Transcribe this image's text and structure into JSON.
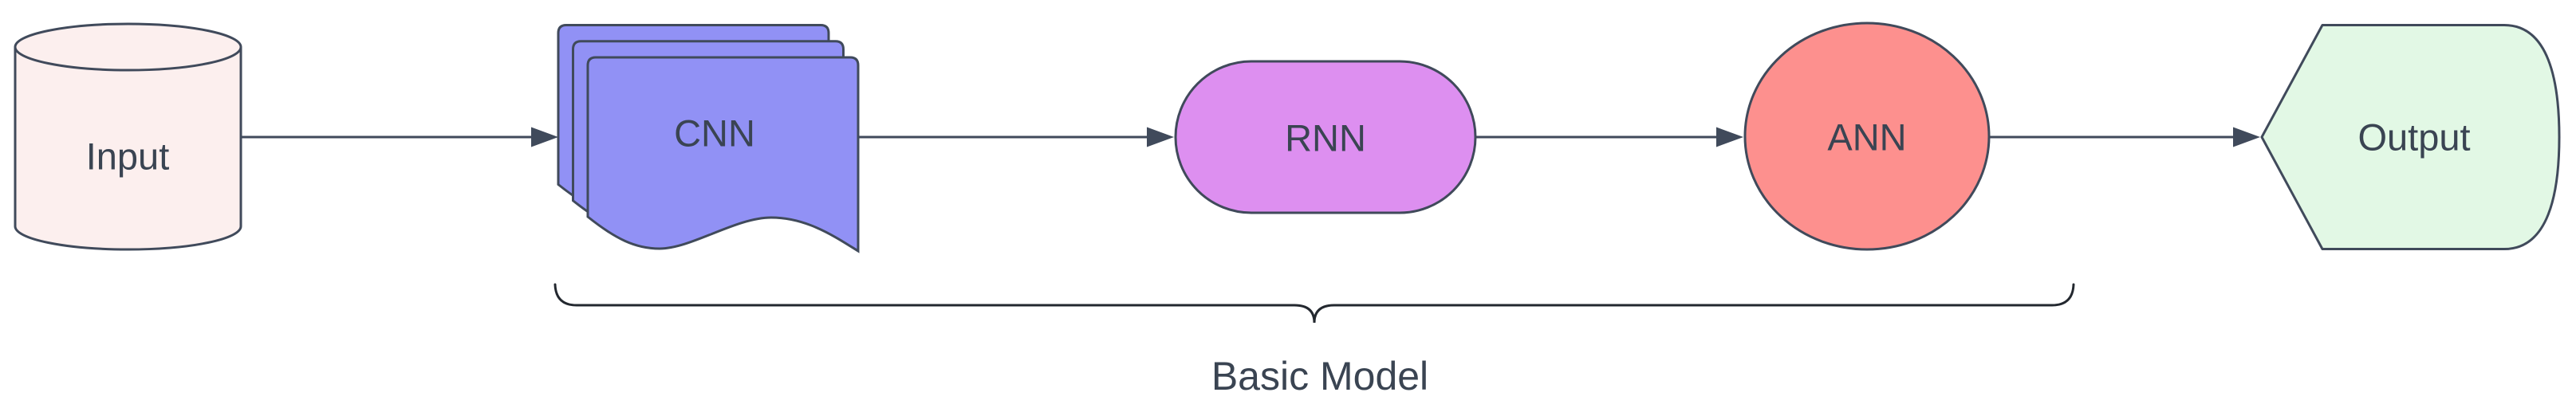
{
  "diagram": {
    "title": "Basic Model pipeline flowchart",
    "background_color": "#ffffff",
    "stroke_color": "#404A5B",
    "text_color": "#3A4452",
    "brace_color": "#23282F",
    "nodes": [
      {
        "id": "input",
        "label": "Input",
        "shape": "cylinder",
        "fill": "#FCEFEE"
      },
      {
        "id": "cnn",
        "label": "CNN",
        "shape": "multi-document",
        "fill": "#9191F5"
      },
      {
        "id": "rnn",
        "label": "RNN",
        "shape": "stadium",
        "fill": "#DD8FF0"
      },
      {
        "id": "ann",
        "label": "ANN",
        "shape": "circle",
        "fill": "#FD908E"
      },
      {
        "id": "output",
        "label": "Output",
        "shape": "display",
        "fill": "#E2F8E5"
      }
    ],
    "connectors": [
      {
        "from": "Input",
        "to": "CNN"
      },
      {
        "from": "CNN",
        "to": "RNN"
      },
      {
        "from": "RNN",
        "to": "ANN"
      },
      {
        "from": "ANN",
        "to": "Output"
      }
    ],
    "annotation": {
      "type": "curly-brace",
      "label": "Basic Model",
      "covers": "CNN, RNN, ANN"
    }
  }
}
